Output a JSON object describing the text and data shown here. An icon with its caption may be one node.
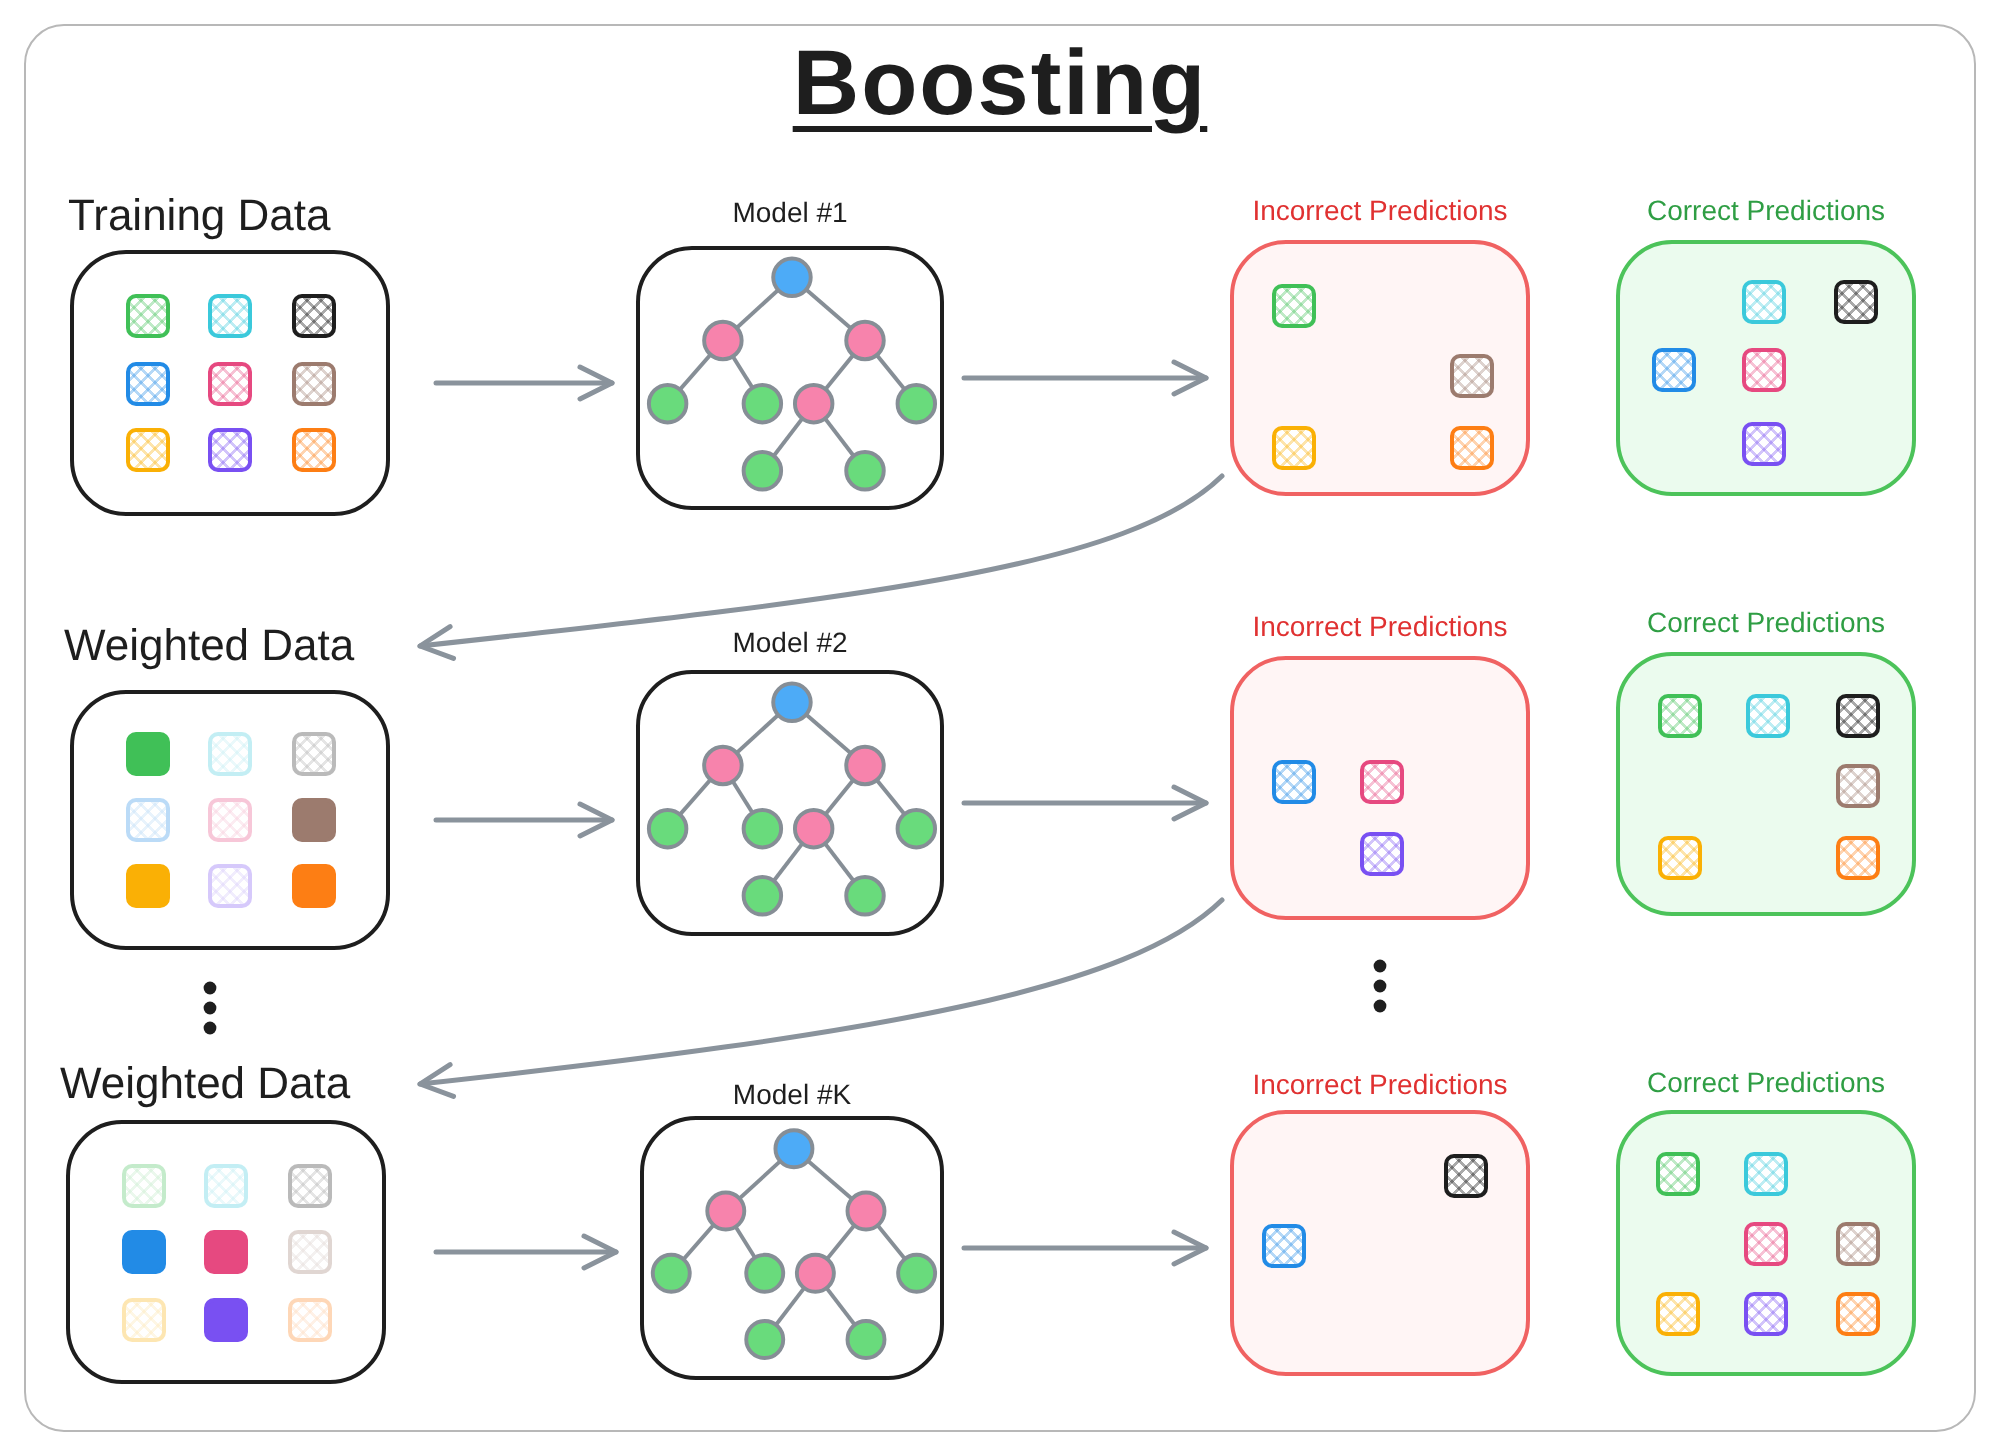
{
  "diagram": {
    "title": "Boosting",
    "nodes": [
      {
        "text": [
          "Training Data"
        ]
      },
      {
        "text": [
          "Model #1"
        ]
      },
      {
        "text": [
          "Incorrect Predictions"
        ]
      },
      {
        "text": [
          "Correct Predictions"
        ]
      },
      {
        "text": [
          "Weighted Data"
        ]
      },
      {
        "text": [
          "Model #2"
        ]
      },
      {
        "text": [
          "Incorrect Predictions"
        ]
      },
      {
        "text": [
          "Correct Predictions"
        ]
      },
      {
        "text": [
          "Weighted Data"
        ]
      },
      {
        "text": [
          "Model #K"
        ]
      },
      {
        "text": [
          "Incorrect Predictions"
        ]
      },
      {
        "text": [
          "Correct Predictions"
        ]
      }
    ],
    "edges": [
      {
        "from": 0,
        "to": 1,
        "arrow": "to"
      },
      {
        "from": 1,
        "to": 2,
        "arrow": "to"
      },
      {
        "from": 2,
        "to": 4,
        "arrow": "to"
      },
      {
        "from": 4,
        "to": 5,
        "arrow": "to"
      },
      {
        "from": 5,
        "to": 6,
        "arrow": "to"
      },
      {
        "from": 6,
        "to": 8,
        "arrow": "to"
      },
      {
        "from": 8,
        "to": 9,
        "arrow": "to"
      },
      {
        "from": 9,
        "to": 10,
        "arrow": "to"
      }
    ]
  }
}
